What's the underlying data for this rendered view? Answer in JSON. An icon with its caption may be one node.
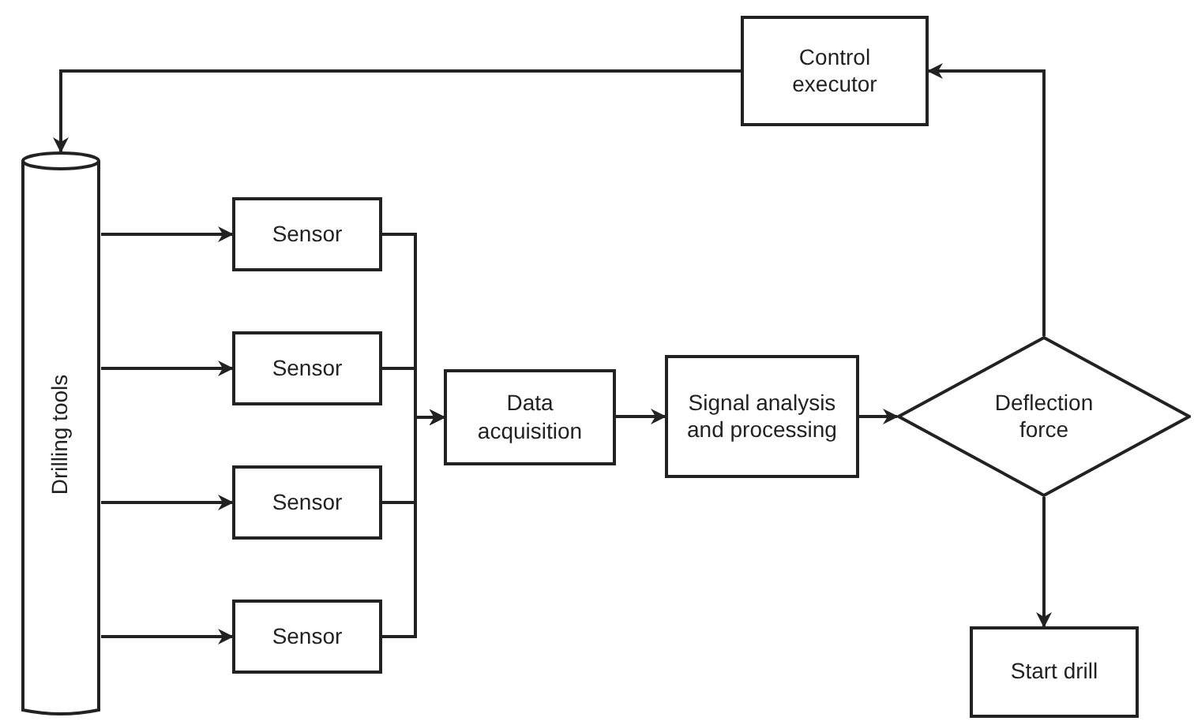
{
  "diagram": {
    "nodes": [
      {
        "text": [
          "Drilling tools"
        ]
      },
      {
        "text": [
          "Control executor"
        ]
      },
      {
        "text": [
          "Sensor"
        ]
      },
      {
        "text": [
          "Sensor"
        ]
      },
      {
        "text": [
          "Sensor"
        ]
      },
      {
        "text": [
          "Sensor"
        ]
      },
      {
        "text": [
          "Data acquisition"
        ]
      },
      {
        "text": [
          "Signal analysis and processing"
        ]
      },
      {
        "text": [
          "Deflection force"
        ]
      },
      {
        "text": [
          "Start drill"
        ]
      }
    ],
    "edges": [
      {
        "from": 0,
        "to": 2,
        "arrow": "to"
      },
      {
        "from": 0,
        "to": 3,
        "arrow": "to"
      },
      {
        "from": 0,
        "to": 4,
        "arrow": "to"
      },
      {
        "from": 0,
        "to": 5,
        "arrow": "to"
      },
      {
        "from": 2,
        "to": 6,
        "arrow": "to"
      },
      {
        "from": 3,
        "to": 6,
        "arrow": "to"
      },
      {
        "from": 4,
        "to": 6,
        "arrow": "to"
      },
      {
        "from": 5,
        "to": 6,
        "arrow": "to"
      },
      {
        "from": 6,
        "to": 7,
        "arrow": "to"
      },
      {
        "from": 7,
        "to": 8,
        "arrow": "to"
      },
      {
        "from": 8,
        "to": 9,
        "arrow": "to"
      },
      {
        "from": 8,
        "to": 1,
        "arrow": "to"
      },
      {
        "from": 1,
        "to": 0,
        "arrow": "to"
      }
    ]
  }
}
